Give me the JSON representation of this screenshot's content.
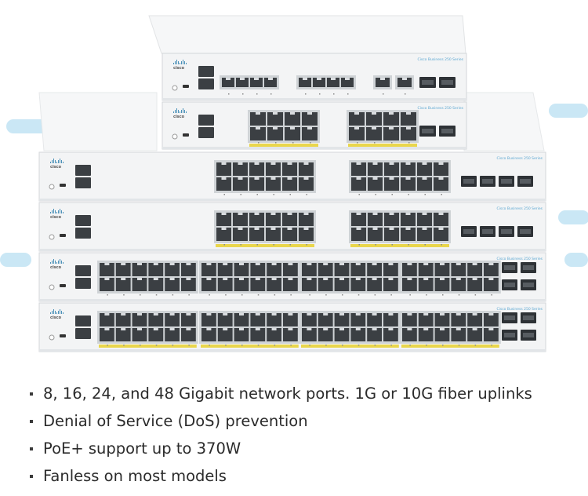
{
  "image": {
    "subject": "stacked-network-switches",
    "units": [
      {
        "ports": 8,
        "uplinks": 2,
        "series": "Cisco Business 250 Series"
      },
      {
        "ports": 16,
        "uplinks": 2,
        "series": "Cisco Business 250 Series"
      },
      {
        "ports": 24,
        "uplinks": 4,
        "series": "Cisco Business 250 Series"
      },
      {
        "ports": 24,
        "uplinks": 4,
        "series": "Cisco Business 250 Series"
      },
      {
        "ports": 48,
        "uplinks": 4,
        "series": "Cisco Business 250 Series"
      },
      {
        "ports": 48,
        "uplinks": 4,
        "series": "Cisco Business 250 Series"
      }
    ],
    "brand": "cisco",
    "colors": {
      "chassis": "#f3f4f5",
      "port": "#3b3f43",
      "poe_label": "#e9d64c",
      "accent": "#9fd4ec"
    }
  },
  "features": [
    "8, 16, 24, and 48 Gigabit network ports. 1G or 10G fiber uplinks",
    "Denial of Service (DoS) prevention",
    "PoE+ support up to 370W",
    "Fanless on most models"
  ]
}
